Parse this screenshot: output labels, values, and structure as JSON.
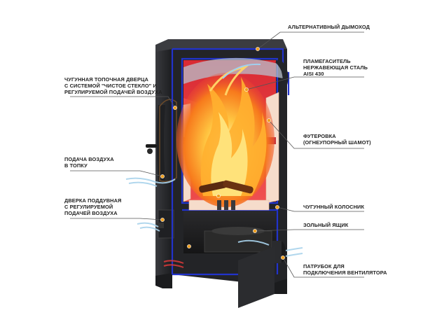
{
  "labels": {
    "alt_chimney": [
      "АЛЬТЕРНАТИВНЫЙ ДЫМОХОД"
    ],
    "flame_damper": [
      "ПЛАМЕГАСИТЕЛЬ",
      "НЕРЖАВЕЮЩАЯ СТАЛЬ",
      "AISI 430"
    ],
    "lining": [
      "ФУТЕРОВКА",
      "(ОГНЕУПОРНЫЙ ШАМОТ)"
    ],
    "grate": [
      "ЧУГУННЫЙ КОЛОСНИК"
    ],
    "ash_box": [
      "ЗОЛЬНЫЙ ЯЩИК"
    ],
    "fan_pipe": [
      "ПАТРУБОК ДЛЯ",
      "ПОДКЛЮЧЕНИЯ ВЕНТИЛЯТОРА"
    ],
    "fire_door": [
      "ЧУГУННАЯ ТОПОЧНАЯ ДВЕРЦА",
      "С СИСТЕМОЙ \"ЧИСТОЕ СТЕКЛО\" И",
      "РЕГУЛИРУЕМОЙ ПОДАЧЕЙ ВОЗДУХА"
    ],
    "air_supply": [
      "ПОДАЧА ВОЗДУХА",
      "В ТОПКУ"
    ],
    "ash_door": [
      "ДВЕРКА ПОДДУВНАЯ",
      "С РЕГУЛИРУЕМОЙ",
      "ПОДАЧЕЙ ВОЗДУХА"
    ]
  },
  "colors": {
    "body": "#2c2d30",
    "body_dark": "#1b1c1e",
    "accent_line": "#2233cc",
    "hot_chamber": "#e8323a",
    "lining": "#f6dccb",
    "dot": "#f0a020",
    "leader": "#555555",
    "air": "#a9d3ec"
  }
}
